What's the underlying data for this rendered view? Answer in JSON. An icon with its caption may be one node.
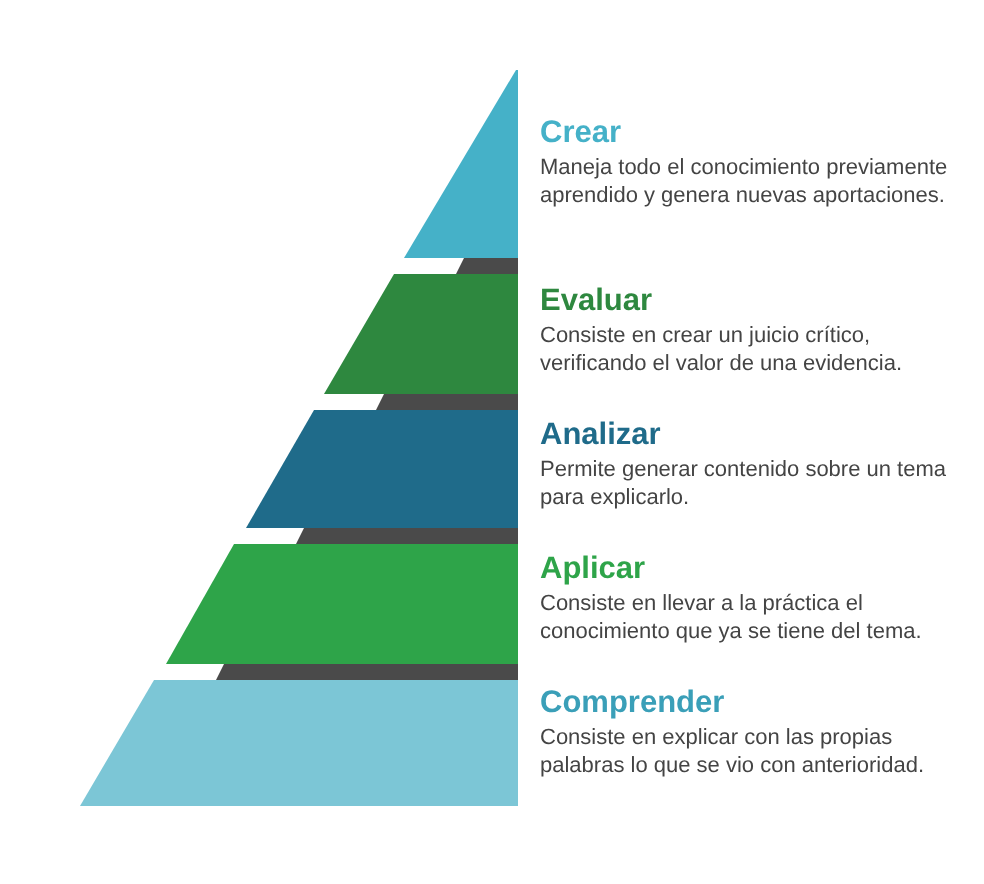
{
  "diagram": {
    "nodes": [
      {
        "text": [
          "Crear",
          "Maneja todo el conocimiento previamente aprendido y genera nuevas aportaciones."
        ]
      },
      {
        "text": [
          "Evaluar",
          "Consiste en crear un juicio crítico, verificando el valor de una evidencia."
        ]
      },
      {
        "text": [
          "Analizar",
          "Permite generar contenido sobre un tema para explicarlo."
        ]
      },
      {
        "text": [
          "Aplicar",
          "Consiste en llevar a la práctica el conocimiento que ya se tiene del tema."
        ]
      },
      {
        "text": [
          "Comprender",
          "Consiste en explicar con las propias palabras lo que se vio con anterioridad."
        ]
      }
    ]
  }
}
